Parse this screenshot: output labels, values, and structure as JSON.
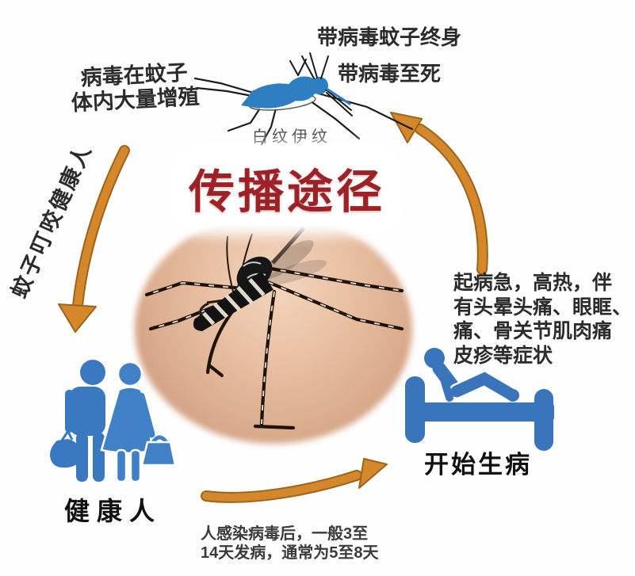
{
  "title": "传播途径",
  "mosquito_species_label": "白纹伊纹",
  "notes": {
    "virus_multiplies": {
      "line1": "病毒在蚊子",
      "line2": "体内大量增殖"
    },
    "lifelong_carrier": {
      "line1": "带病毒蚊子终身",
      "line2": "带病毒至死"
    },
    "mosquito_bites_healthy": "蚊子叮咬健康人",
    "symptoms": {
      "line1": "起病急，高热，伴",
      "line2": "有头晕头痛、眼眶、",
      "line3": "痛、骨关节肌肉痛",
      "line4": "皮疹等症状"
    },
    "incubation": {
      "line1": "人感染病毒后，一般3至",
      "line2": "14天发病，通常为5至8天"
    }
  },
  "labels": {
    "healthy_people": "健康人",
    "getting_sick": "开始生病"
  },
  "icons": {
    "top_center": "blue-mosquito-illustration",
    "center": "tiger-mosquito-on-skin-photo",
    "bottom_left": "healthy-couple-icon",
    "bottom_right": "person-in-bed-icon",
    "cycle": "orange-cycle-arrows"
  },
  "colors": {
    "arrow_orange": "#d5872c",
    "arrow_outline": "#9c6418",
    "icon_blue": "#3a78bf",
    "title_red": "#9e2126",
    "skin_tone": "#e6bb9e"
  }
}
